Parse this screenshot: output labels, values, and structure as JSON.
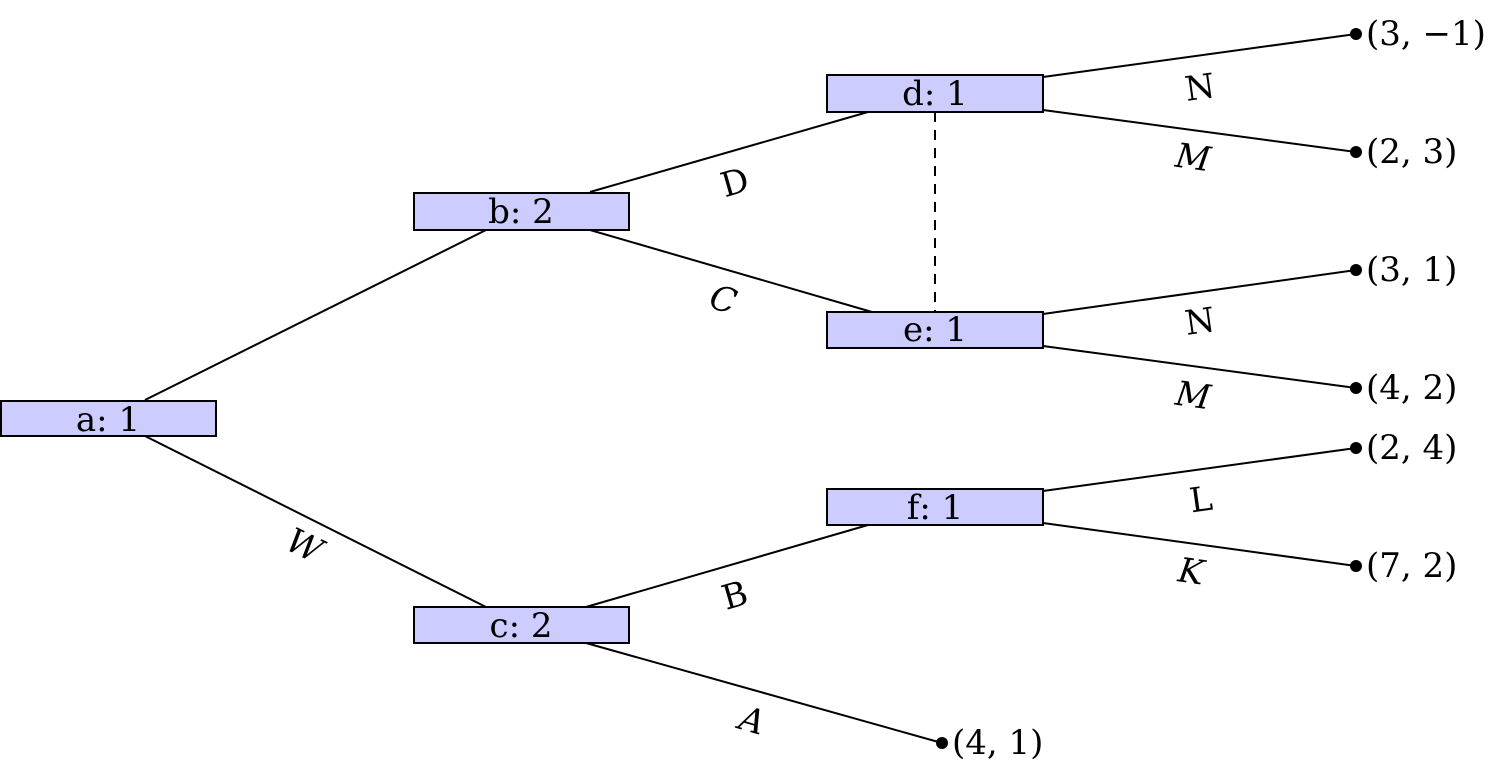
{
  "nodes": {
    "a": {
      "label": "a:  1"
    },
    "b": {
      "label": "b:  2"
    },
    "c": {
      "label": "c:  2"
    },
    "d": {
      "label": "d:  1"
    },
    "e": {
      "label": "e:  1"
    },
    "f": {
      "label": "f:  1"
    }
  },
  "edges": {
    "a_b": "",
    "a_c": "W",
    "b_d": "D",
    "b_e": "C",
    "c_f": "B",
    "c_leaf": "A",
    "d_leaf1": "N",
    "d_leaf2": "M",
    "e_leaf1": "N",
    "e_leaf2": "M",
    "f_leaf1": "L",
    "f_leaf2": "K"
  },
  "payoffs": {
    "d1": "(3, −1)",
    "d2": "(2, 3)",
    "e1": "(3, 1)",
    "e2": "(4, 2)",
    "f1": "(2, 4)",
    "f2": "(7, 2)",
    "c1": "(4, 1)"
  },
  "colors": {
    "node_fill": "#ccccff",
    "line": "#000000"
  }
}
